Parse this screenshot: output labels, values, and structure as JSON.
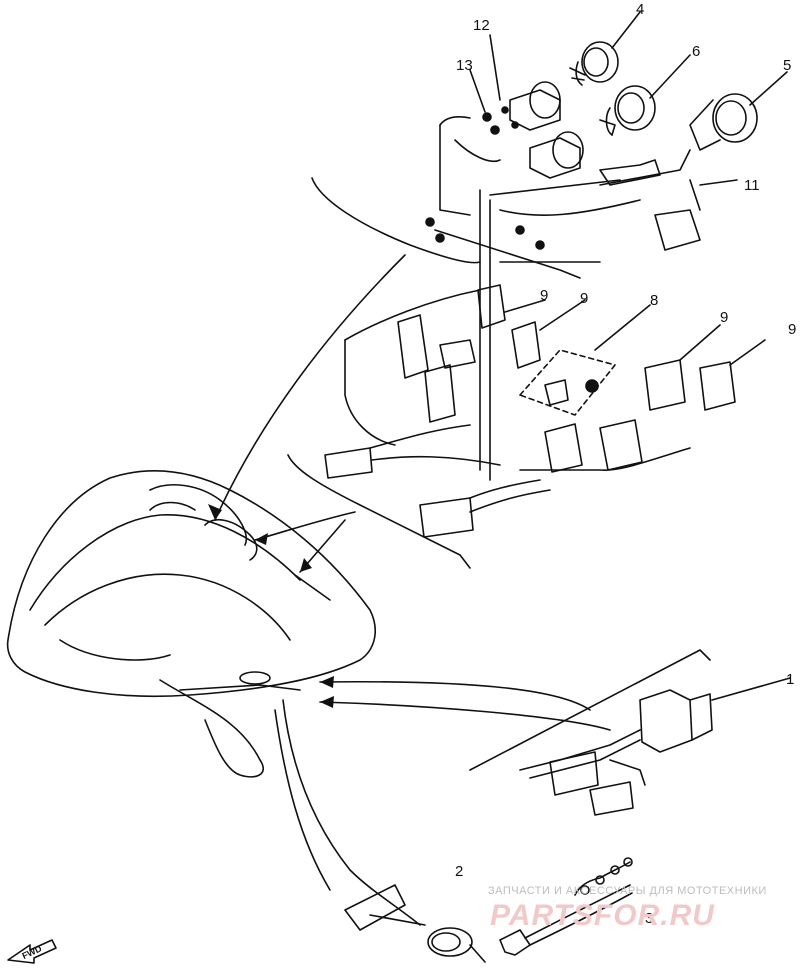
{
  "callouts": [
    "1",
    "2",
    "3",
    "4",
    "5",
    "6",
    "8",
    "9",
    "9",
    "9",
    "9",
    "11",
    "12",
    "13"
  ],
  "arrow_label": "FWD",
  "watermark": {
    "line1": "ЗАПЧАСТИ И АКСЕССУАРЫ ДЛЯ МОТОТЕХНИКИ",
    "line2": "PARTSFOR.RU"
  }
}
